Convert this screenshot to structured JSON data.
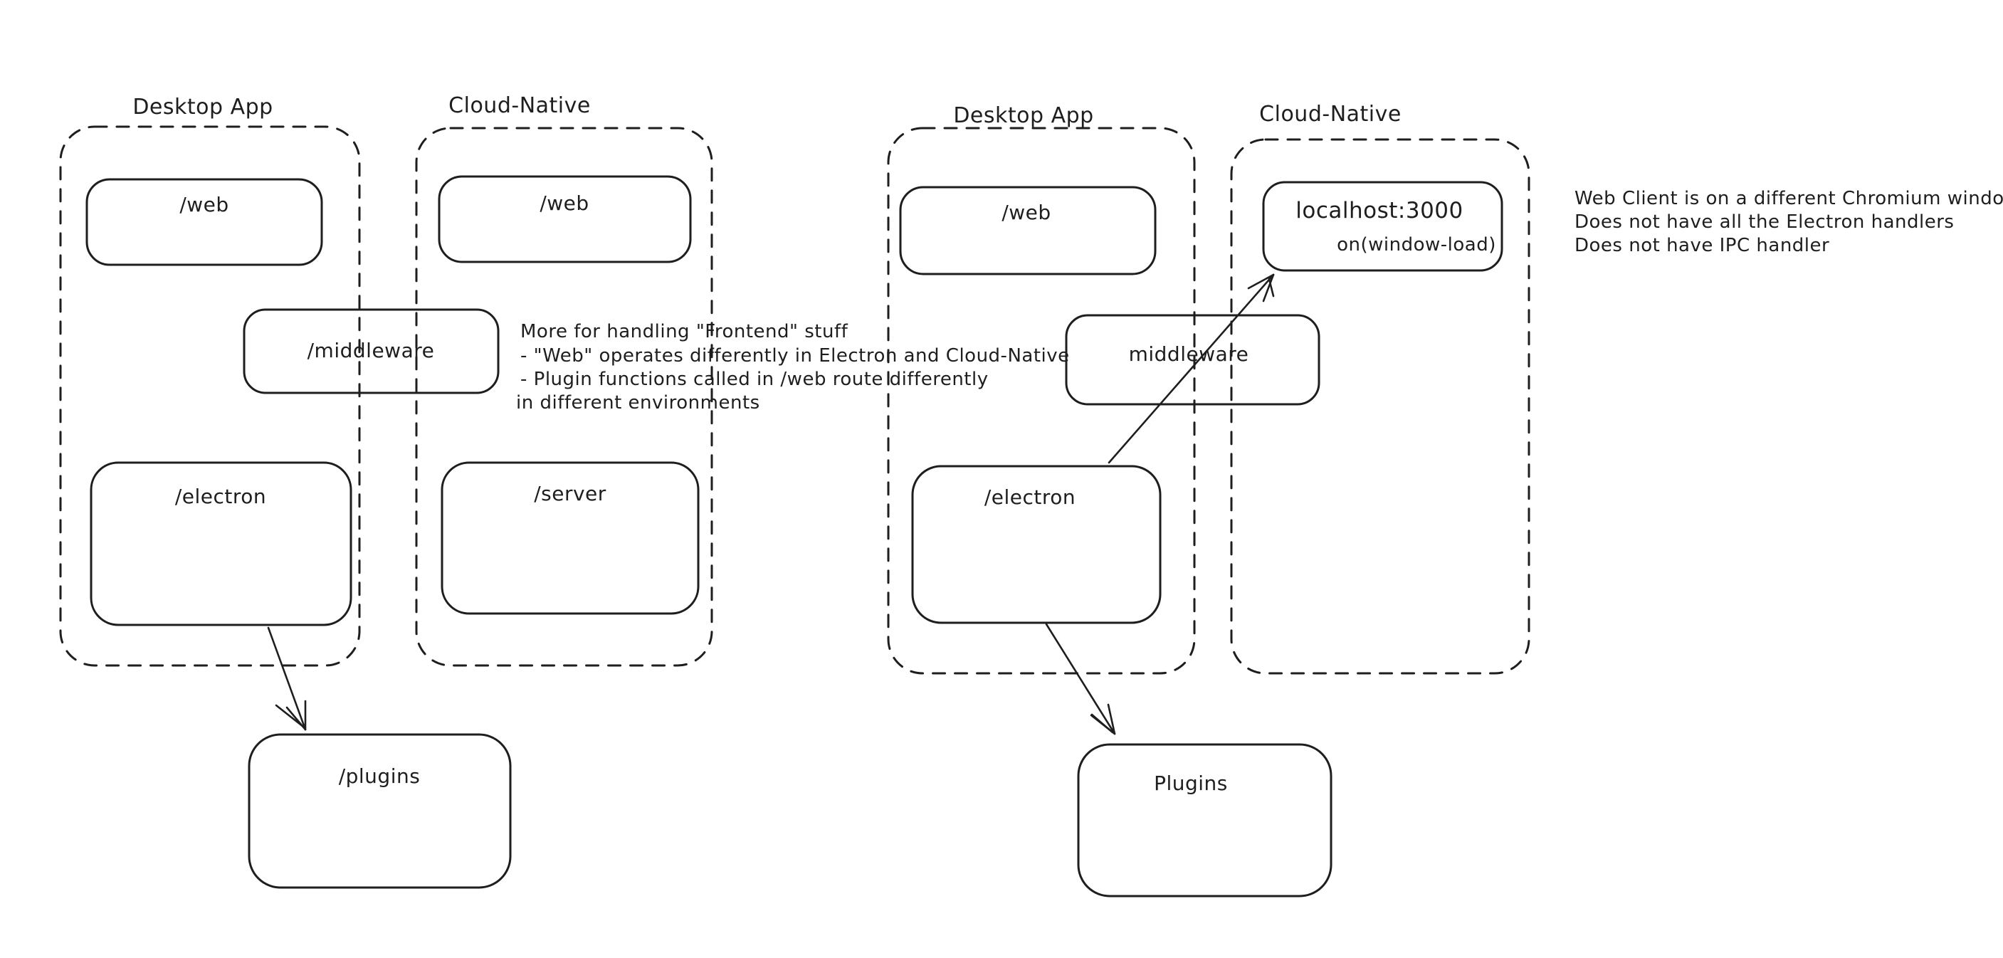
{
  "colors": {
    "ink": "#1e1e1e",
    "green": "#4d9d5e",
    "red": "#d23b35",
    "background": "#ffffff"
  },
  "diagram_left": {
    "container_desktop": {
      "label": "Desktop App"
    },
    "container_cloud": {
      "label": "Cloud-Native"
    },
    "box_web_desktop": {
      "label": "/web"
    },
    "box_web_cloud": {
      "label": "/web"
    },
    "box_middleware": {
      "label": "/middleware"
    },
    "box_electron": {
      "label": "/electron"
    },
    "box_server": {
      "label": "/server"
    },
    "box_plugins": {
      "label": "/plugins"
    },
    "note_green": {
      "lines": [
        "More for handling \"Frontend\" stuff",
        "- \"Web\" operates differently in Electron and Cloud-Native",
        "- Plugin functions called in /web route differently",
        "in different environments"
      ]
    }
  },
  "diagram_right": {
    "container_desktop": {
      "label": "Desktop App"
    },
    "container_cloud": {
      "label": "Cloud-Native"
    },
    "box_web": {
      "label": "/web"
    },
    "box_localhost": {
      "label": "localhost:3000",
      "sublabel": "on(window-load)"
    },
    "box_middleware": {
      "label": "middleware"
    },
    "box_electron": {
      "label": "/electron"
    },
    "box_plugins": {
      "label": "Plugins"
    },
    "note_red": {
      "lines": [
        "Web Client is on a different Chromium window",
        "Does not have all the Electron handlers",
        "Does not have IPC handler"
      ]
    }
  }
}
